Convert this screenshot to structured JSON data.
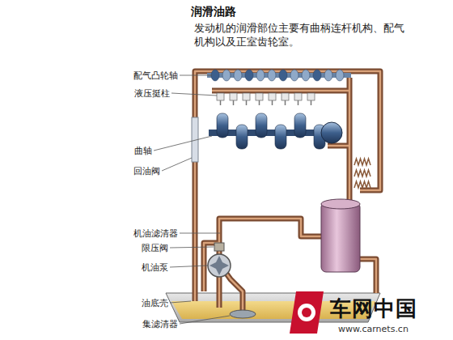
{
  "diagram": {
    "title": "润滑油路",
    "labels": [
      "发动机的润滑部位主要有曲柄连杆机构、配气机构以及正室齿轮室。",
      "配气凸轮轴",
      "液压挺柱",
      "曲轴",
      "回油阀",
      "机油滤清器",
      "限压阀",
      "机油泵",
      "油底壳",
      "集滤清器",
      "车网中国",
      "www.carnets.cn"
    ]
  }
}
